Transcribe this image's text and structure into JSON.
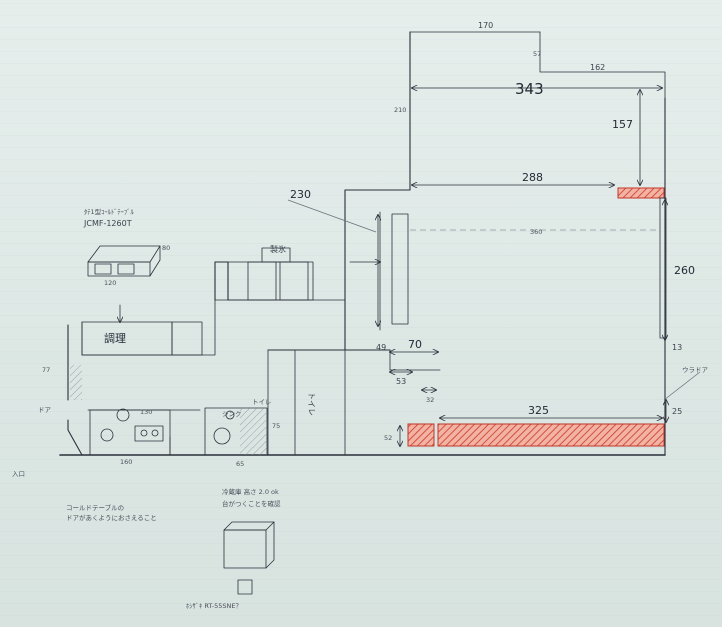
{
  "dimensions": {
    "d170": "170",
    "d57": "57",
    "d162": "162",
    "d343": "343",
    "d157": "157",
    "d210": "210",
    "d288": "288",
    "d230": "230",
    "d360": "360",
    "d260": "260",
    "d13": "13",
    "d70": "70",
    "d53": "53",
    "d49": "49",
    "d32": "32",
    "d325": "325",
    "d25": "25",
    "d52": "52",
    "d160": "160",
    "d65": "65",
    "d130": "130",
    "d75": "75",
    "d77": "77",
    "d120": "120",
    "d80": "80"
  },
  "labels": {
    "fridge_model_line1": "ﾀﾃ1型ｺｰﾙﾄﾞﾃｰﾌﾞﾙ",
    "fridge_model_line2": "JCMF-1260T",
    "prep_table": "調理",
    "toilet": "トイレ",
    "toilet_small": "トイレ",
    "sink": "シンク",
    "entrance": "入口",
    "door_left": "ドア",
    "back_door": "ウラドア",
    "cold_table_note_line1": "コールドテーブルの",
    "cold_table_note_line2": "ドアがあくようにおさえること",
    "freezer_note_line1": "冷蔵庫 高さ 2.0 ok",
    "freezer_note_line2": "台がつくことを確認",
    "freezer_model": "ﾎｼｻﾞｷ RT-55SNE？",
    "top_label": "製氷"
  }
}
